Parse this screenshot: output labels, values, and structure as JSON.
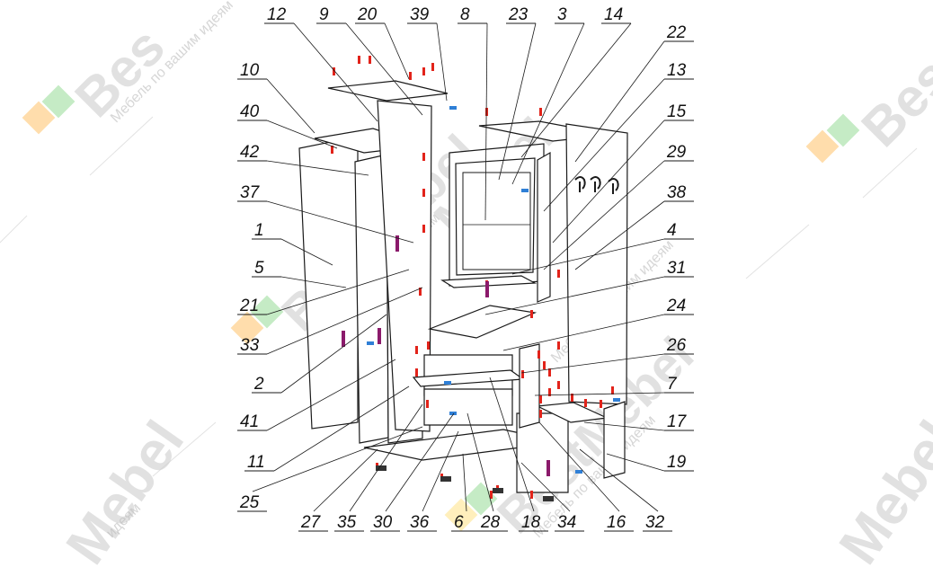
{
  "watermark": {
    "brand": "BestMebel",
    "brand_short_a": "Bes",
    "brand_short_b": "Mebel",
    "tagline": "Мебель по вашим идеям",
    "tagline_short": "идеям",
    "colors": {
      "text": "#c8c8c8",
      "orange": "#ffb347",
      "green": "#7ed27e",
      "yellow": "#ffe07a"
    }
  },
  "diagram": {
    "line_color": "#1a1a1a",
    "label_color": "#111111",
    "fitting_color": "#e2231a",
    "handle_color": "#8b1a6b",
    "accent_blue": "#2f7fd6",
    "panel_fill": "#ffffff",
    "part_labels": [
      "12",
      "9",
      "20",
      "39",
      "8",
      "23",
      "3",
      "14",
      "22",
      "13",
      "10",
      "40",
      "42",
      "37",
      "1",
      "5",
      "21",
      "33",
      "2",
      "41",
      "11",
      "25",
      "15",
      "29",
      "38",
      "4",
      "31",
      "24",
      "26",
      "7",
      "17",
      "19",
      "27",
      "35",
      "30",
      "36",
      "6",
      "28",
      "18",
      "34",
      "16",
      "32"
    ]
  }
}
